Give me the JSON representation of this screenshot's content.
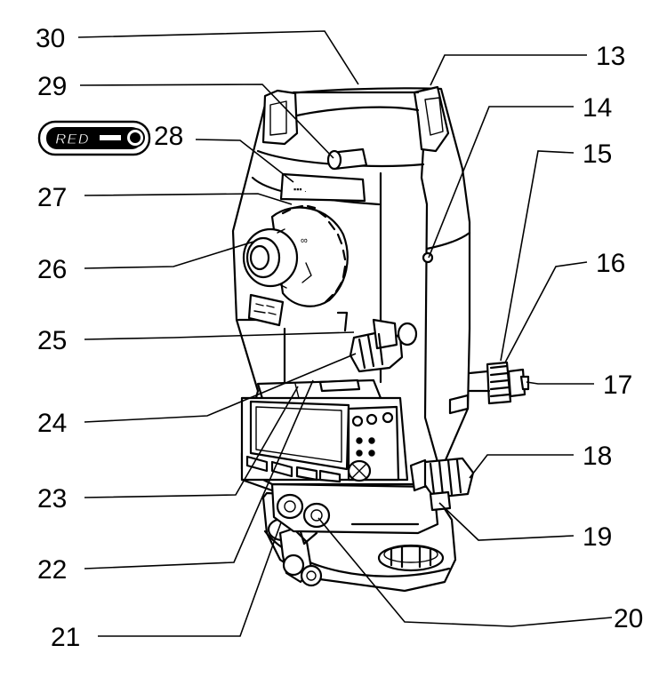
{
  "badge": {
    "text": "RED"
  },
  "callouts": [
    {
      "id": "13",
      "label": "13"
    },
    {
      "id": "14",
      "label": "14"
    },
    {
      "id": "15",
      "label": "15"
    },
    {
      "id": "16",
      "label": "16"
    },
    {
      "id": "17",
      "label": "17"
    },
    {
      "id": "18",
      "label": "18"
    },
    {
      "id": "19",
      "label": "19"
    },
    {
      "id": "20",
      "label": "20"
    },
    {
      "id": "21",
      "label": "21"
    },
    {
      "id": "22",
      "label": "22"
    },
    {
      "id": "23",
      "label": "23"
    },
    {
      "id": "24",
      "label": "24"
    },
    {
      "id": "25",
      "label": "25"
    },
    {
      "id": "26",
      "label": "26"
    },
    {
      "id": "27",
      "label": "27"
    },
    {
      "id": "28",
      "label": "28"
    },
    {
      "id": "29",
      "label": "29"
    },
    {
      "id": "30",
      "label": "30"
    }
  ]
}
